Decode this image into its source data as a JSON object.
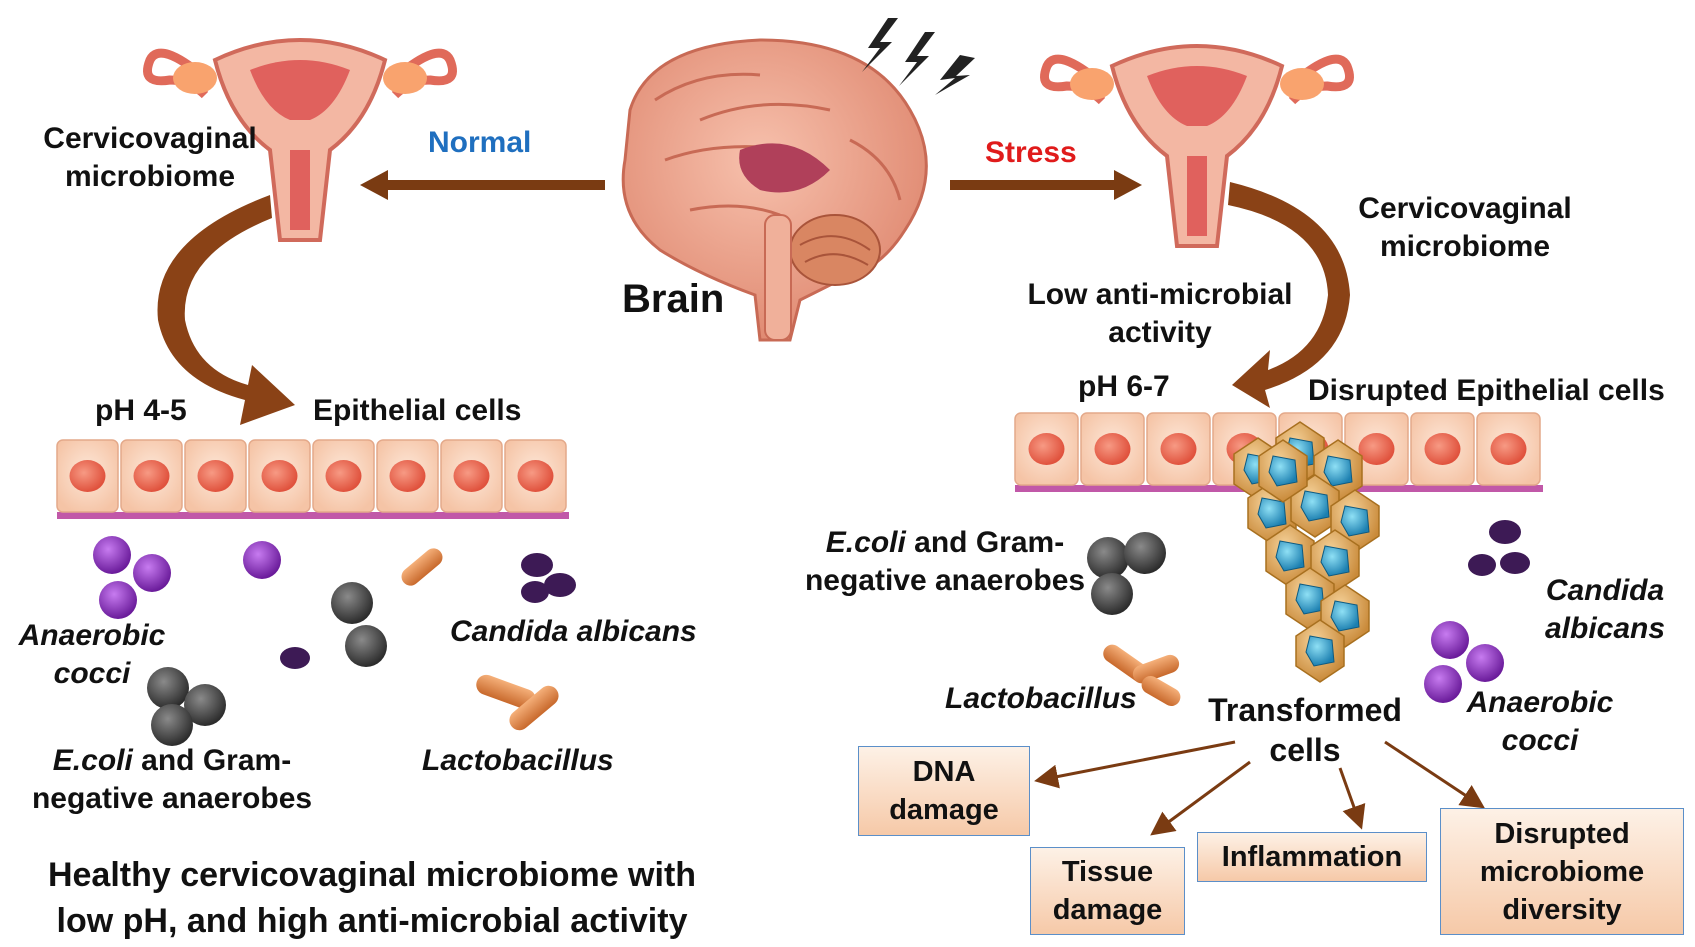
{
  "center": {
    "brain": "Brain",
    "normal_label": "Normal",
    "stress_label": "Stress"
  },
  "left": {
    "microbiome_line1": "Cervicovaginal",
    "microbiome_line2": "microbiome",
    "ph": "pH 4-5",
    "epithelial": "Epithelial cells",
    "anaerobic_line1": "Anaerobic",
    "anaerobic_line2": "cocci",
    "candida": "Candida albicans",
    "ecoli_italic": "E.coli",
    "ecoli_rest_line1": " and Gram-",
    "ecoli_line2": "negative anaerobes",
    "lacto": "Lactobacillus",
    "summary_line1": "Healthy cervicovaginal microbiome with",
    "summary_line2": "low pH, and high anti-microbial activity"
  },
  "right": {
    "microbiome_line1": "Cervicovaginal",
    "microbiome_line2": "microbiome",
    "low_line1": "Low anti-microbial",
    "low_line2": "activity",
    "ph": "pH 6-7",
    "epithelial": "Disrupted Epithelial cells",
    "ecoli_italic": "E.coli",
    "ecoli_rest_line1": " and Gram-",
    "ecoli_line2": "negative anaerobes",
    "candida_line1": "Candida",
    "candida_line2": "albicans",
    "lacto": "Lactobacillus",
    "transformed_line1": "Transformed",
    "transformed_line2": "cells",
    "anaerobic_line1": "Anaerobic",
    "anaerobic_line2": "cocci"
  },
  "outcomes": {
    "dna_line1": "DNA",
    "dna_line2": "damage",
    "tissue_line1": "Tissue",
    "tissue_line2": "damage",
    "inflammation": "Inflammation",
    "disrupted_line1": "Disrupted",
    "disrupted_line2": "microbiome",
    "disrupted_line3": "diversity"
  },
  "colors": {
    "normal": "#1f6fbf",
    "stress": "#e01b1b",
    "arrow": "#7a3b12",
    "box_border": "#5b8fc9"
  }
}
